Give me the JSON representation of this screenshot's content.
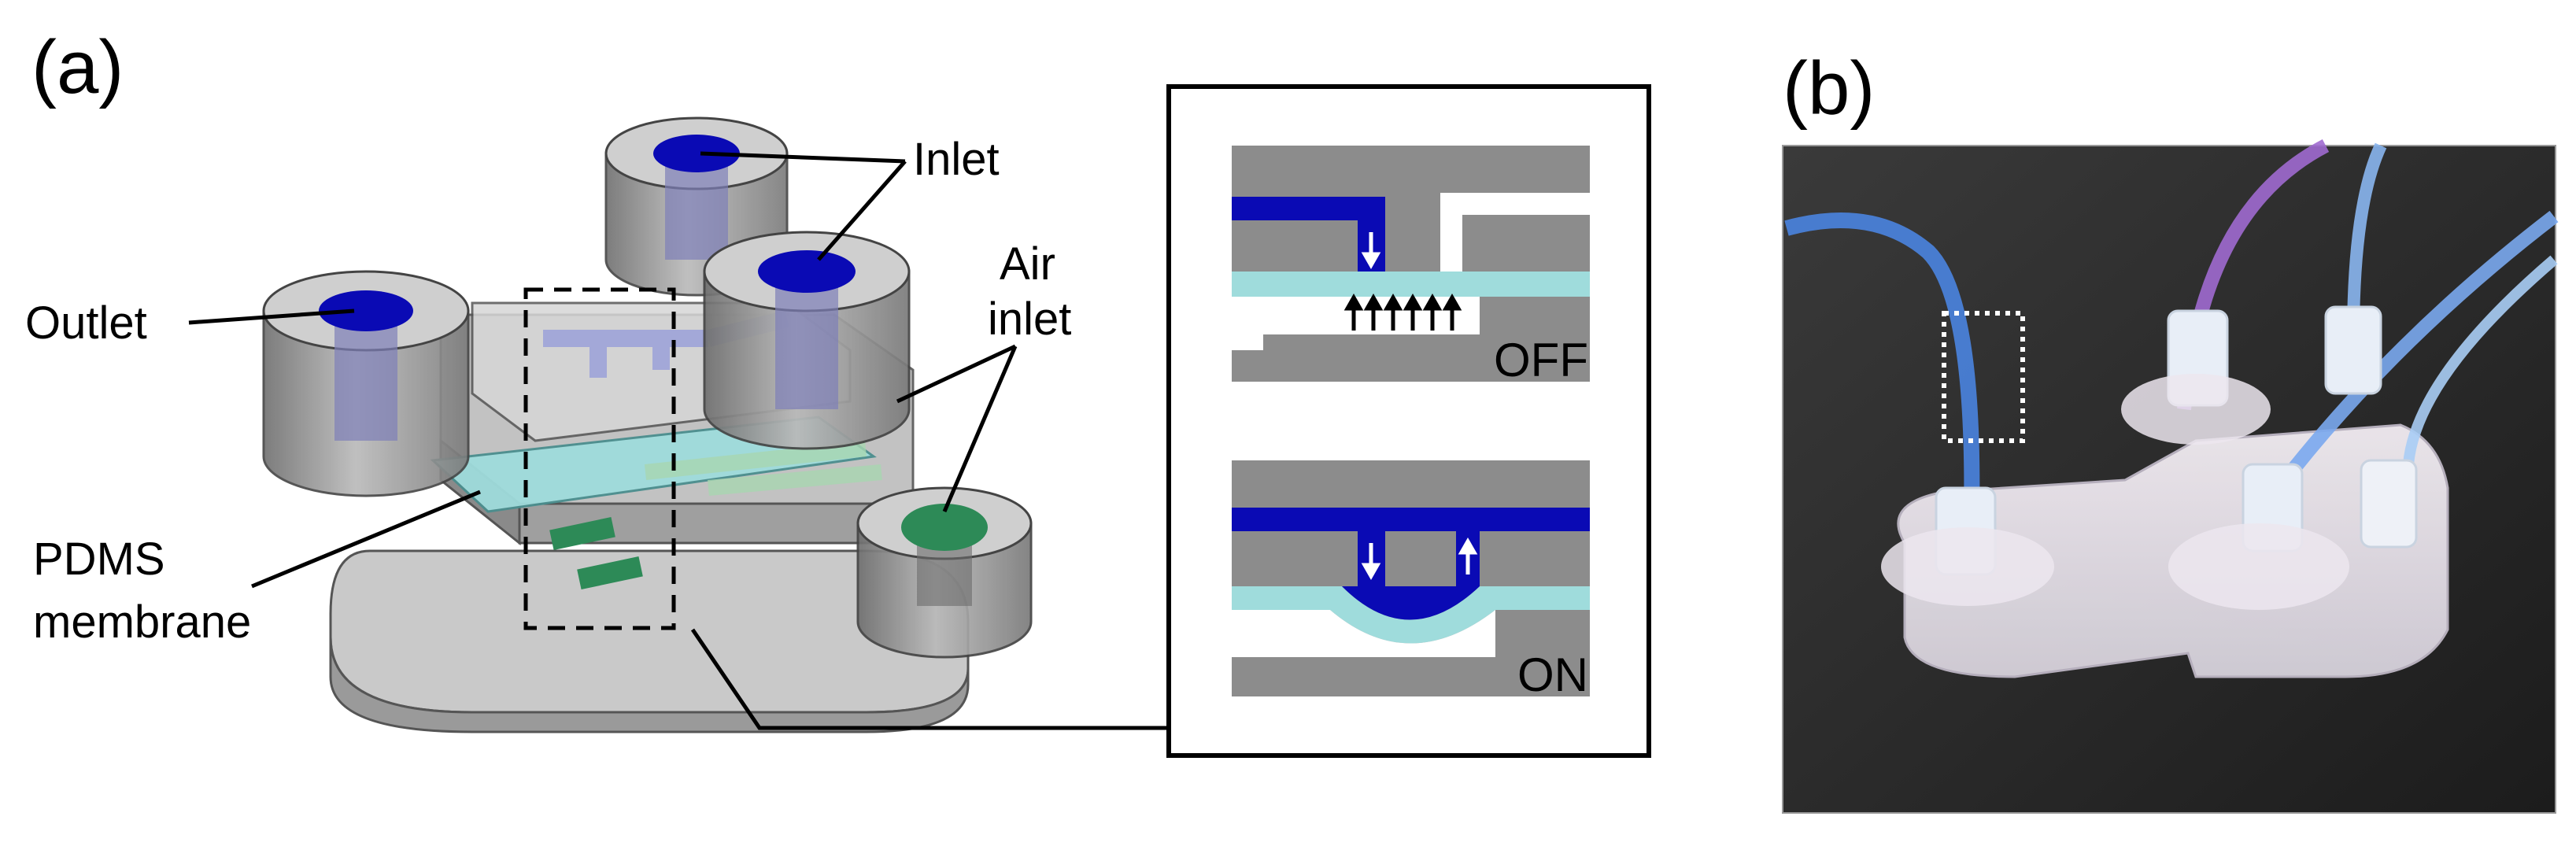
{
  "panel_a": {
    "label": "(a)",
    "labels": {
      "inlet": "Inlet",
      "outlet": "Outlet",
      "air_inlet_line1": "Air",
      "air_inlet_line2": "inlet",
      "pdms_line1": "PDMS",
      "pdms_line2": "membrane"
    },
    "inset": {
      "off_label": "OFF",
      "on_label": "ON"
    }
  },
  "panel_b": {
    "label": "(b)"
  },
  "colors": {
    "body_gray": "#8f8f8f",
    "body_light": "#c8c8c8",
    "channel_blue": "#0a0ab4",
    "membrane_cyan": "#9fdcdc",
    "air_green": "#2d8a57",
    "photo_bg": "#2b2b2b",
    "tube_blue": "#4a84e0",
    "tube_purple": "#a06ad0"
  }
}
